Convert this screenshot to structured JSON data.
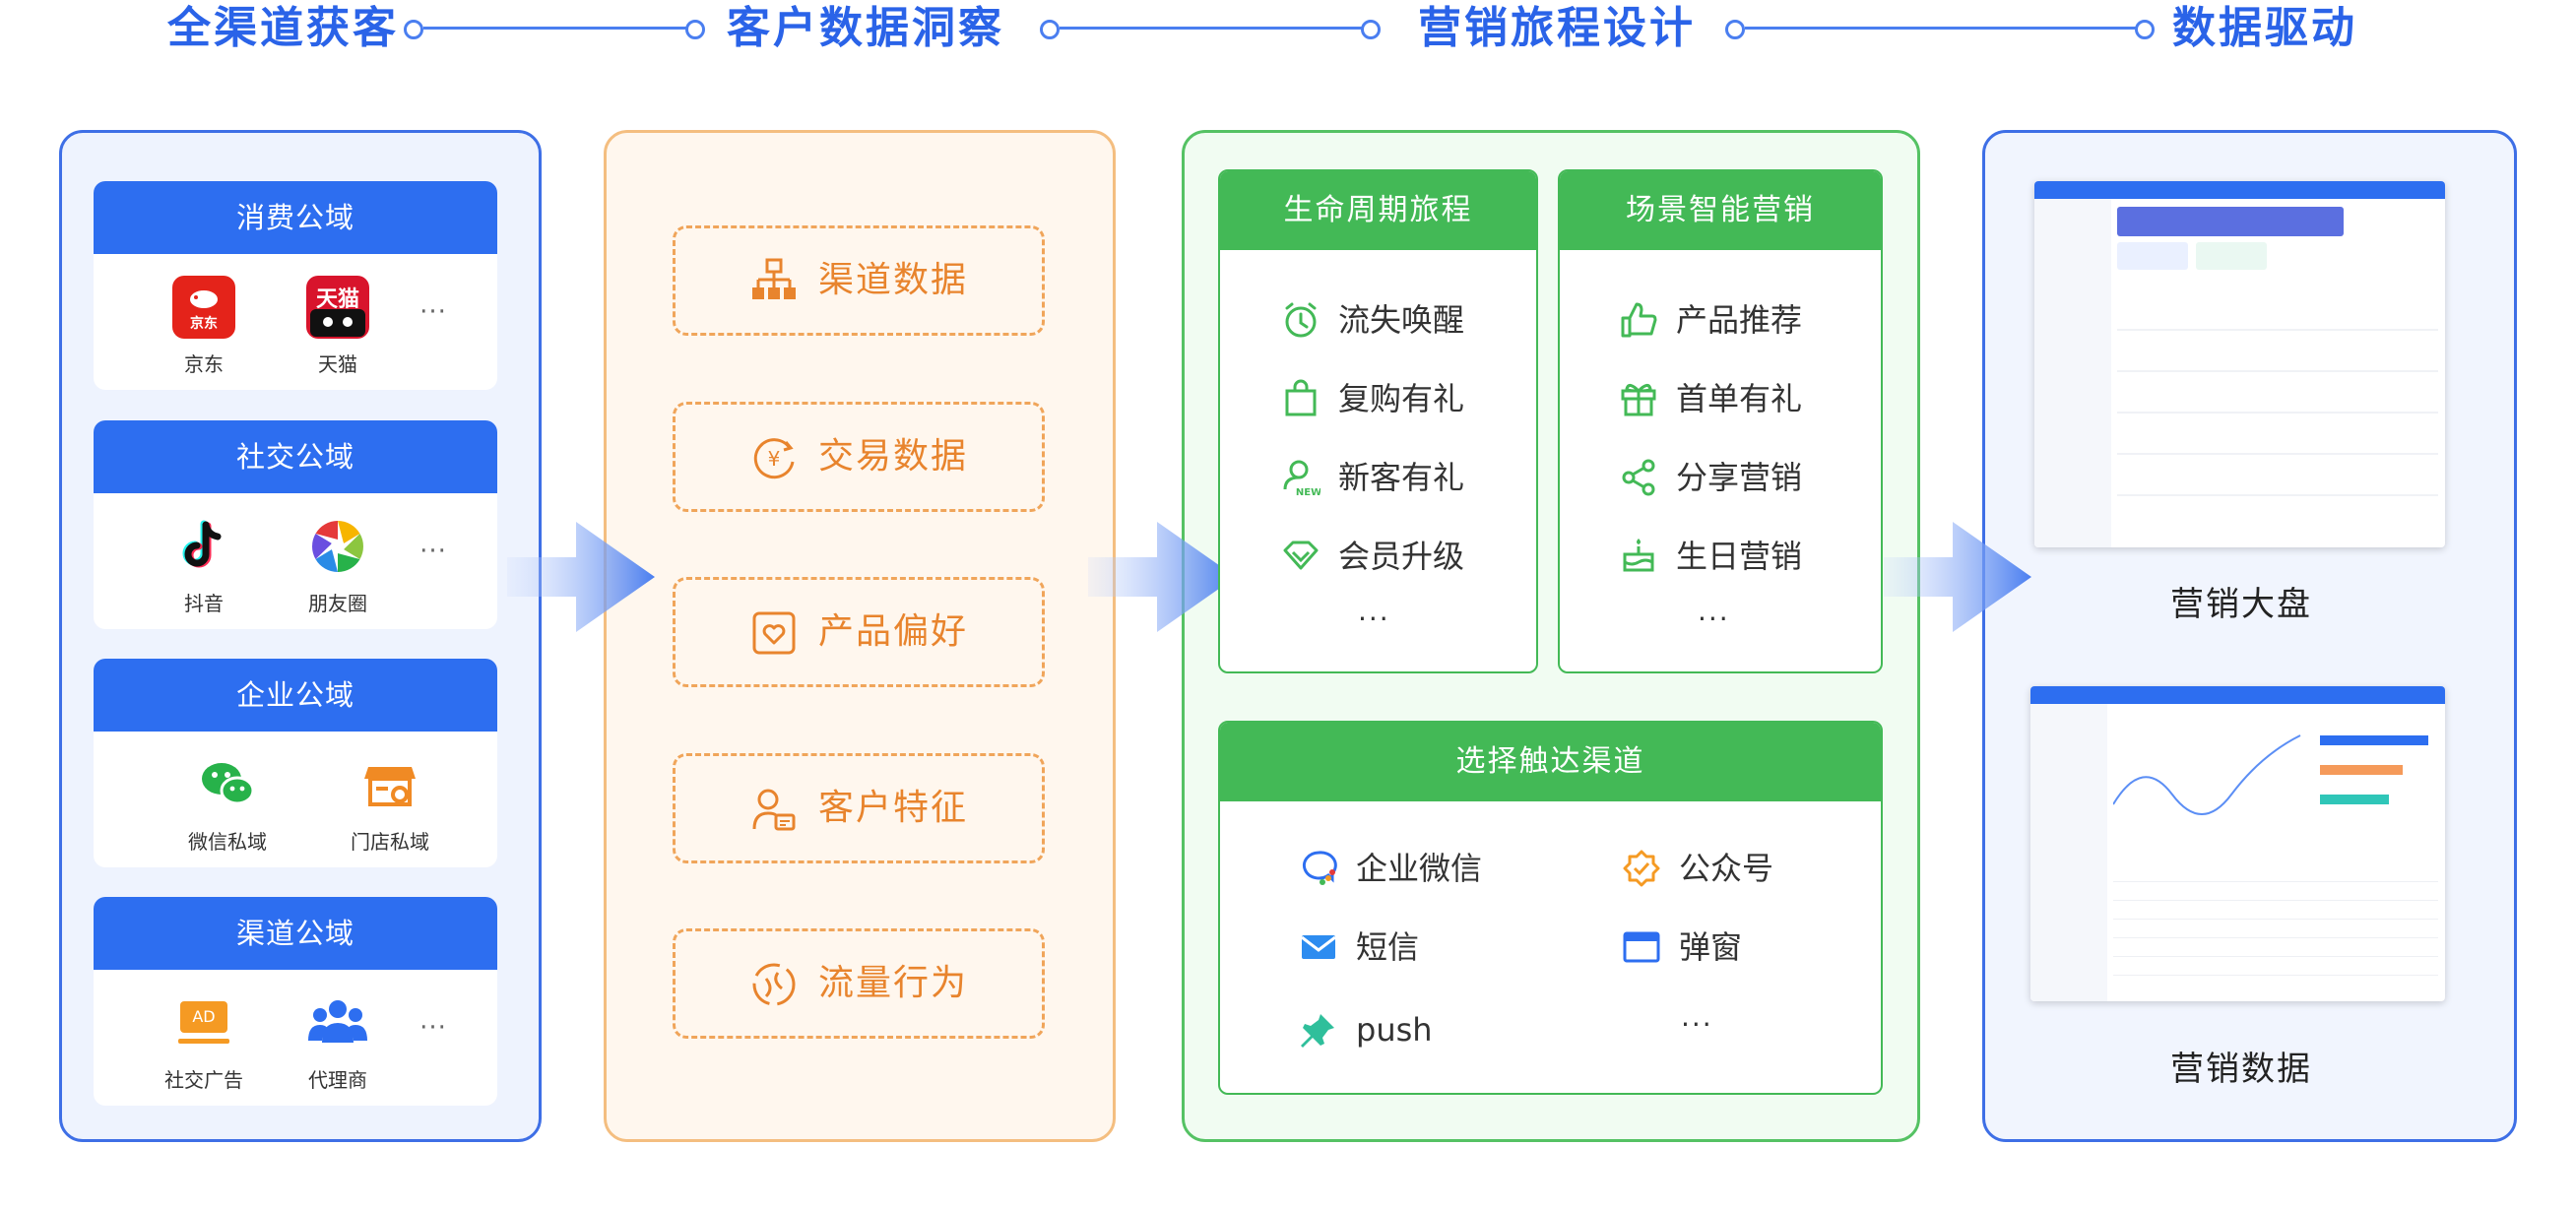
{
  "steps": [
    "全渠道获客",
    "客户数据洞察",
    "营销旅程设计",
    "数据驱动"
  ],
  "sources": [
    {
      "title": "消费公域",
      "items": [
        "京东",
        "天猫"
      ],
      "icon_labels": [
        "京东",
        "天猫"
      ],
      "more": "···"
    },
    {
      "title": "社交公域",
      "items": [
        "抖音",
        "朋友圈"
      ],
      "more": "···"
    },
    {
      "title": "企业公域",
      "items": [
        "微信私域",
        "门店私域"
      ]
    },
    {
      "title": "渠道公域",
      "items": [
        "社交广告",
        "代理商"
      ],
      "ad_badge": "AD",
      "more": "···"
    }
  ],
  "data_types": [
    "渠道数据",
    "交易数据",
    "产品偏好",
    "客户特征",
    "流量行为"
  ],
  "lifecycle": {
    "title": "生命周期旅程",
    "items": [
      "流失唤醒",
      "复购有礼",
      "新客有礼",
      "会员升级"
    ],
    "more": "···",
    "new_badge": "NEW"
  },
  "scene": {
    "title": "场景智能营销",
    "items": [
      "产品推荐",
      "首单有礼",
      "分享营销",
      "生日营销"
    ],
    "more": "···"
  },
  "channels": {
    "title": "选择触达渠道",
    "items": [
      "企业微信",
      "公众号",
      "短信",
      "弹窗",
      "push"
    ],
    "more": "···"
  },
  "outputs": [
    "营销大盘",
    "营销数据"
  ],
  "colors": {
    "blue": "#2d6ef0",
    "orange": "#e8842d",
    "green": "#43b956"
  }
}
